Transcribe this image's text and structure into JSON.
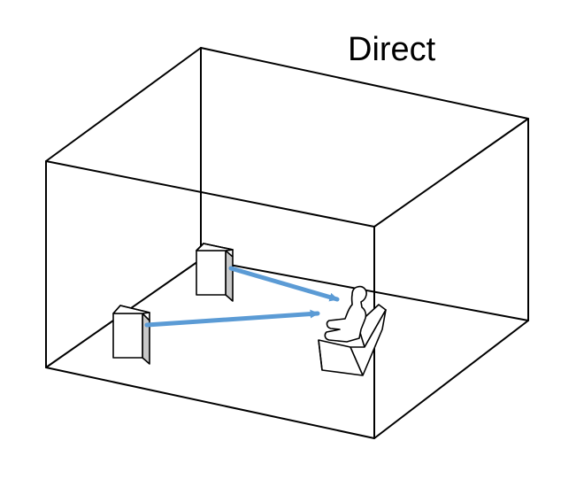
{
  "diagram": {
    "title": "Direct",
    "colors": {
      "background": "#ffffff",
      "lines": "#000000",
      "arrow": "#5b9bd5",
      "speaker_front": "#ffffff",
      "speaker_side": "#c8c8c8"
    },
    "elements": {
      "room": "room-box",
      "speakers": [
        "rear-speaker",
        "front-speaker"
      ],
      "listener": "listener-in-armchair",
      "paths": [
        "direct-path-from-rear-speaker",
        "direct-path-from-front-speaker"
      ]
    }
  }
}
